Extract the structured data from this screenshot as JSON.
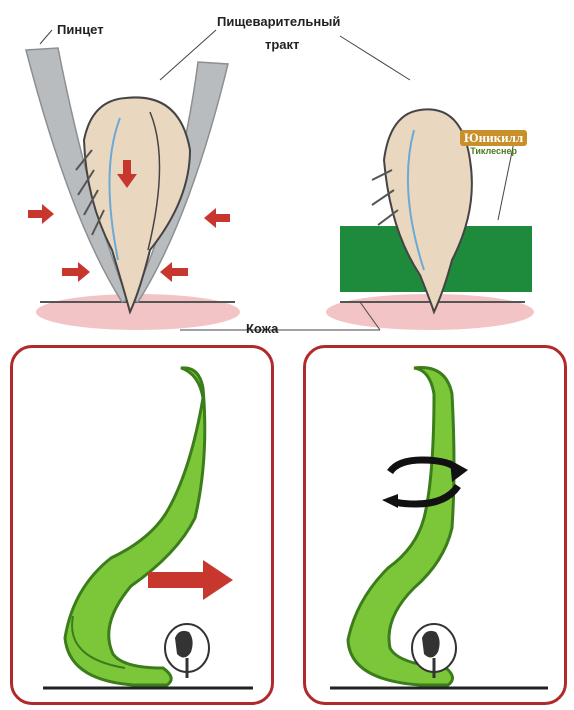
{
  "labels": {
    "tweezers": "Пинцет",
    "digestive_tract_line1": "Пищеварительный",
    "digestive_tract_line2": "тракт",
    "skin": "Кожа"
  },
  "brand": {
    "name": "Юникилл",
    "tagline": "Тиклеснер"
  },
  "colors": {
    "arrow_red": "#c8372d",
    "panel_border": "#b0292b",
    "tool_green": "#7cc63a",
    "device_green": "#1e8a3c",
    "skin_pink": "#f3c4c6",
    "tick_body": "#ead7bf",
    "tweezers_gray": "#b9bcbf",
    "brand_gold": "#c8902a"
  },
  "icons": {
    "pull_arrow": "red-right-arrow",
    "rotate_arrow": "circular-rotation-arrow"
  }
}
